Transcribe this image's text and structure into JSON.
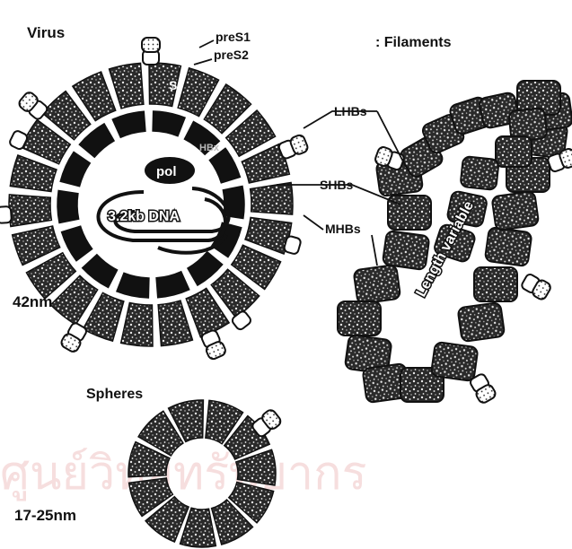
{
  "labels": {
    "virus": "Virus",
    "filaments": ": Filaments",
    "spheres": "Spheres",
    "pres1": "preS1",
    "pres2": "preS2",
    "lhbs": "LHBs",
    "shbs": "SHBs",
    "mhbs": "MHBs",
    "pol": "pol",
    "dna": "3.2kb DNA",
    "s_label": "S",
    "hbx": "HBx",
    "length_variable": "Length variable",
    "size_virus": "42nm",
    "size_spheres": "17-25nm"
  },
  "watermark": "ศูนย์วิทยทรัพยากร",
  "colors": {
    "ink": "#111111",
    "watermark": "#f4d6d6"
  }
}
